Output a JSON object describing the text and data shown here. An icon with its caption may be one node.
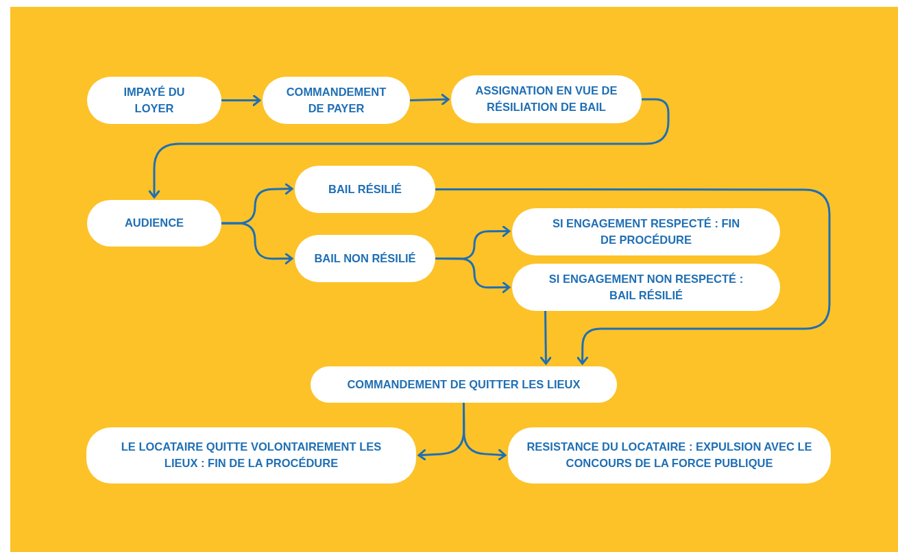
{
  "diagram": {
    "nodes": [
      {
        "text": [
          "IMPAYÉ DU LOYER"
        ]
      },
      {
        "text": [
          "COMMANDEMENT DE PAYER"
        ]
      },
      {
        "text": [
          "ASSIGNATION EN VUE DE RÉSILIATION DE BAIL"
        ]
      },
      {
        "text": [
          "AUDIENCE"
        ]
      },
      {
        "text": [
          "BAIL RÉSILIÉ"
        ]
      },
      {
        "text": [
          "BAIL NON RÉSILIÉ"
        ]
      },
      {
        "text": [
          "SI ENGAGEMENT RESPECTÉ : FIN DE PROCÉDURE"
        ]
      },
      {
        "text": [
          "SI ENGAGEMENT NON RESPECTÉ : BAIL RÉSILIÉ"
        ]
      },
      {
        "text": [
          "COMMANDEMENT DE QUITTER LES LIEUX"
        ]
      },
      {
        "text": [
          "LE LOCATAIRE QUITTE VOLONTAIREMENT LES LIEUX : FIN DE LA PROCÉDURE"
        ]
      },
      {
        "text": [
          "RESISTANCE DU LOCATAIRE : EXPULSION AVEC LE CONCOURS DE LA FORCE PUBLIQUE"
        ]
      }
    ],
    "edges": [
      {
        "from": 0,
        "to": 1,
        "arrow": "to"
      },
      {
        "from": 1,
        "to": 2,
        "arrow": "to"
      },
      {
        "from": 2,
        "to": 3,
        "arrow": "to"
      },
      {
        "from": 3,
        "to": 4,
        "arrow": "to"
      },
      {
        "from": 3,
        "to": 5,
        "arrow": "to"
      },
      {
        "from": 5,
        "to": 6,
        "arrow": "to"
      },
      {
        "from": 5,
        "to": 7,
        "arrow": "to"
      },
      {
        "from": 7,
        "to": 8,
        "arrow": "to"
      },
      {
        "from": 4,
        "to": 8,
        "arrow": "to"
      },
      {
        "from": 8,
        "to": 9,
        "arrow": "to"
      },
      {
        "from": 8,
        "to": 10,
        "arrow": "to"
      }
    ]
  }
}
